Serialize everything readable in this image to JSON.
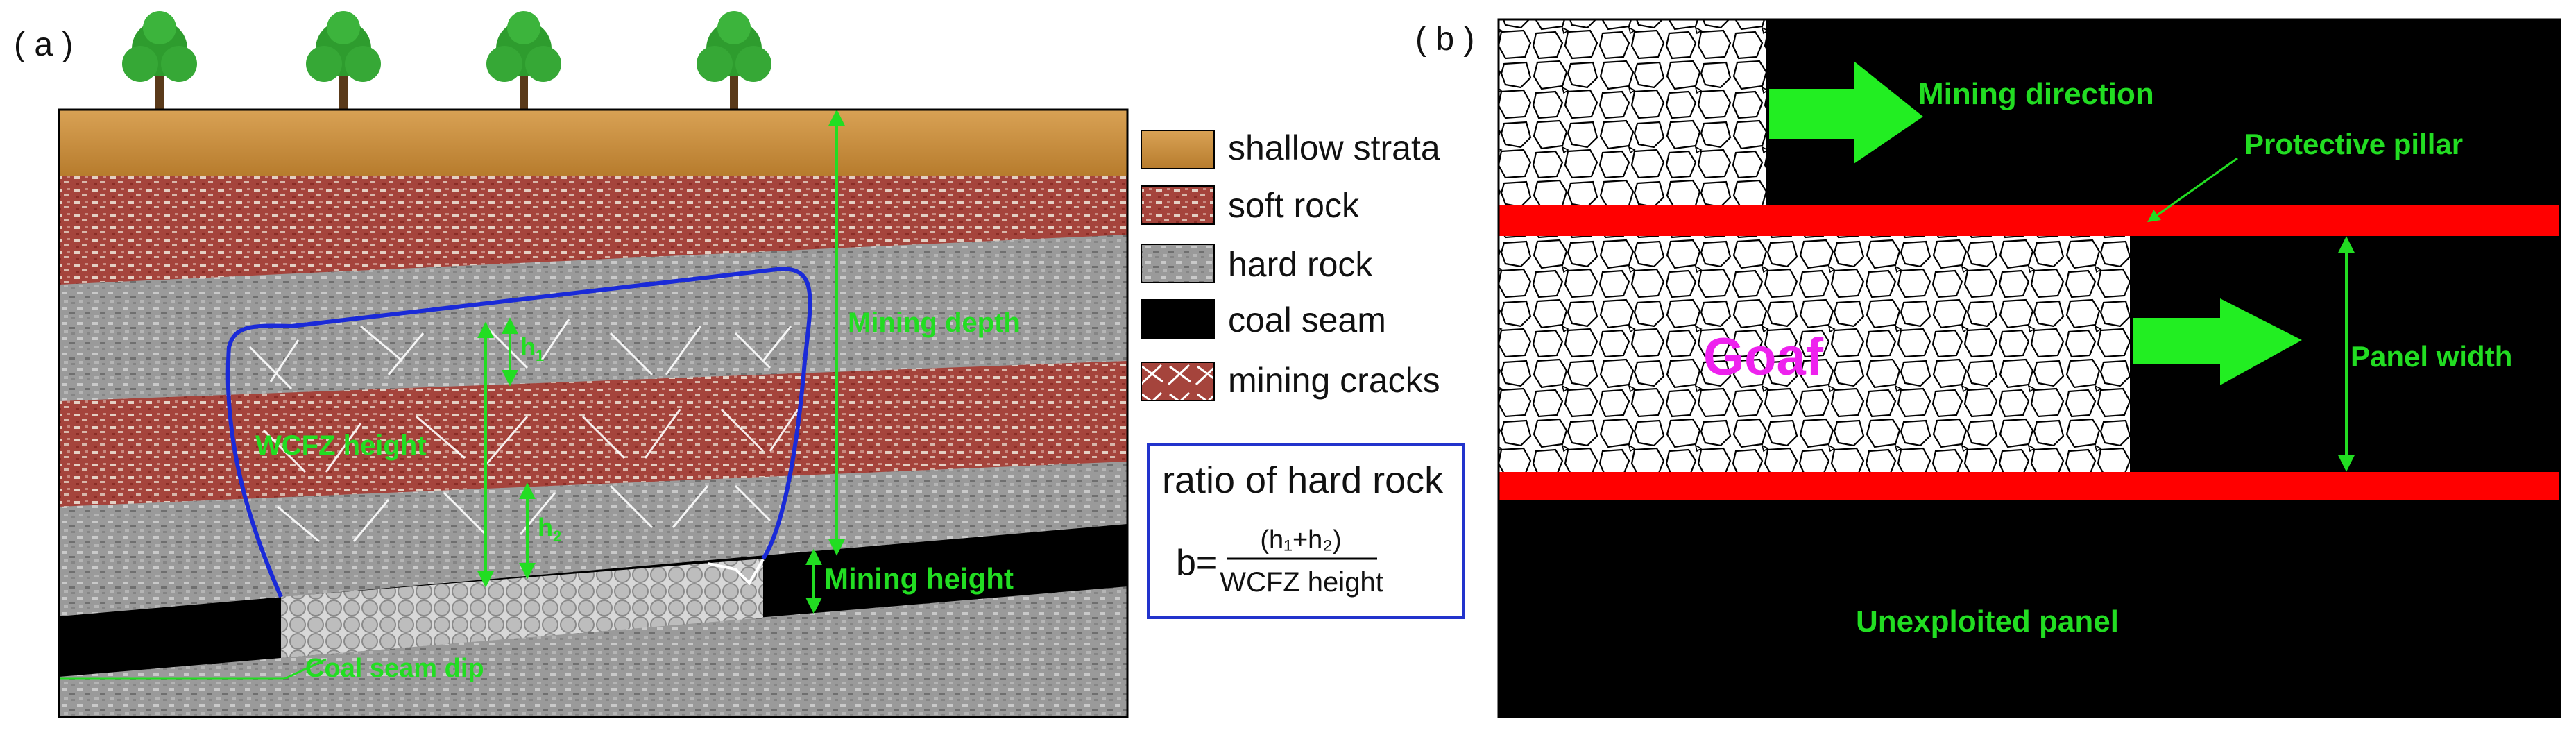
{
  "panel_a": {
    "label": "( a )",
    "annotations": {
      "mining_depth": "Mining depth",
      "wcfz_height": "WCFZ height",
      "h1": "h",
      "h1_sub": "1",
      "h2": "h",
      "h2_sub": "2",
      "mining_height": "Mining height",
      "coal_seam_dip": "Coal seam dip"
    },
    "legend": [
      {
        "key": "shallow",
        "label": "shallow strata"
      },
      {
        "key": "soft",
        "label": "soft  rock"
      },
      {
        "key": "hard",
        "label": "hard rock"
      },
      {
        "key": "coal",
        "label": "coal  seam"
      },
      {
        "key": "cracks",
        "label": "mining cracks"
      }
    ],
    "formula": {
      "title": "ratio of hard rock",
      "lhs": "b=",
      "numerator": "(h₁+h₂)",
      "denominator": "WCFZ height"
    }
  },
  "panel_b": {
    "label": "( b )",
    "annotations": {
      "mining_direction": "Mining direction",
      "protective_pillar": "Protective pillar",
      "goaf": "Goaf",
      "panel_width": "Panel width",
      "unexploited_panel": "Unexploited panel"
    }
  },
  "colors": {
    "annotation_green": "#22dd22",
    "goaf_magenta": "#ee22ee",
    "pillar_red": "#ff0000",
    "wcfz_outline": "#1a2ad8",
    "formula_border": "#2233cc",
    "shallow_strata": "#c98f3c",
    "soft_rock": "#a5443c",
    "hard_rock": "#9c9c9c",
    "coal_seam": "#000000",
    "tree_green": "#2e9c2e"
  }
}
